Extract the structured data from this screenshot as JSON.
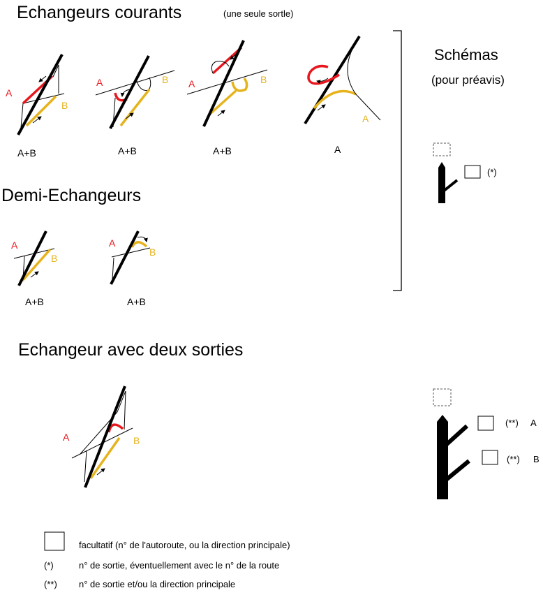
{
  "sections": {
    "current": {
      "title": "Echangeurs courants",
      "note": "(une seule sortle)"
    },
    "half": {
      "title": "Demi-Echangeurs"
    },
    "two_exits": {
      "title": "Echangeur avec deux sorties"
    }
  },
  "schemas": {
    "title": "Schémas",
    "subtitle": "(pour préavis)"
  },
  "labels": {
    "a": "A",
    "b": "B",
    "ab": "A+B"
  },
  "markers": {
    "single": "(*)",
    "double": "(**)"
  },
  "legend": [
    {
      "symbol": "",
      "text": "facultatif (n° de l'autoroute, ou la direction principale)"
    },
    {
      "symbol": "(*)",
      "text": "n° de sortie, éventuellement avec le n° de la route"
    },
    {
      "symbol": "(**)",
      "text": "n° de sortie et/ou la direction principale"
    }
  ],
  "colors": {
    "exit_a": "#e8171d",
    "exit_b": "#e6b31d",
    "road": "#000000"
  }
}
